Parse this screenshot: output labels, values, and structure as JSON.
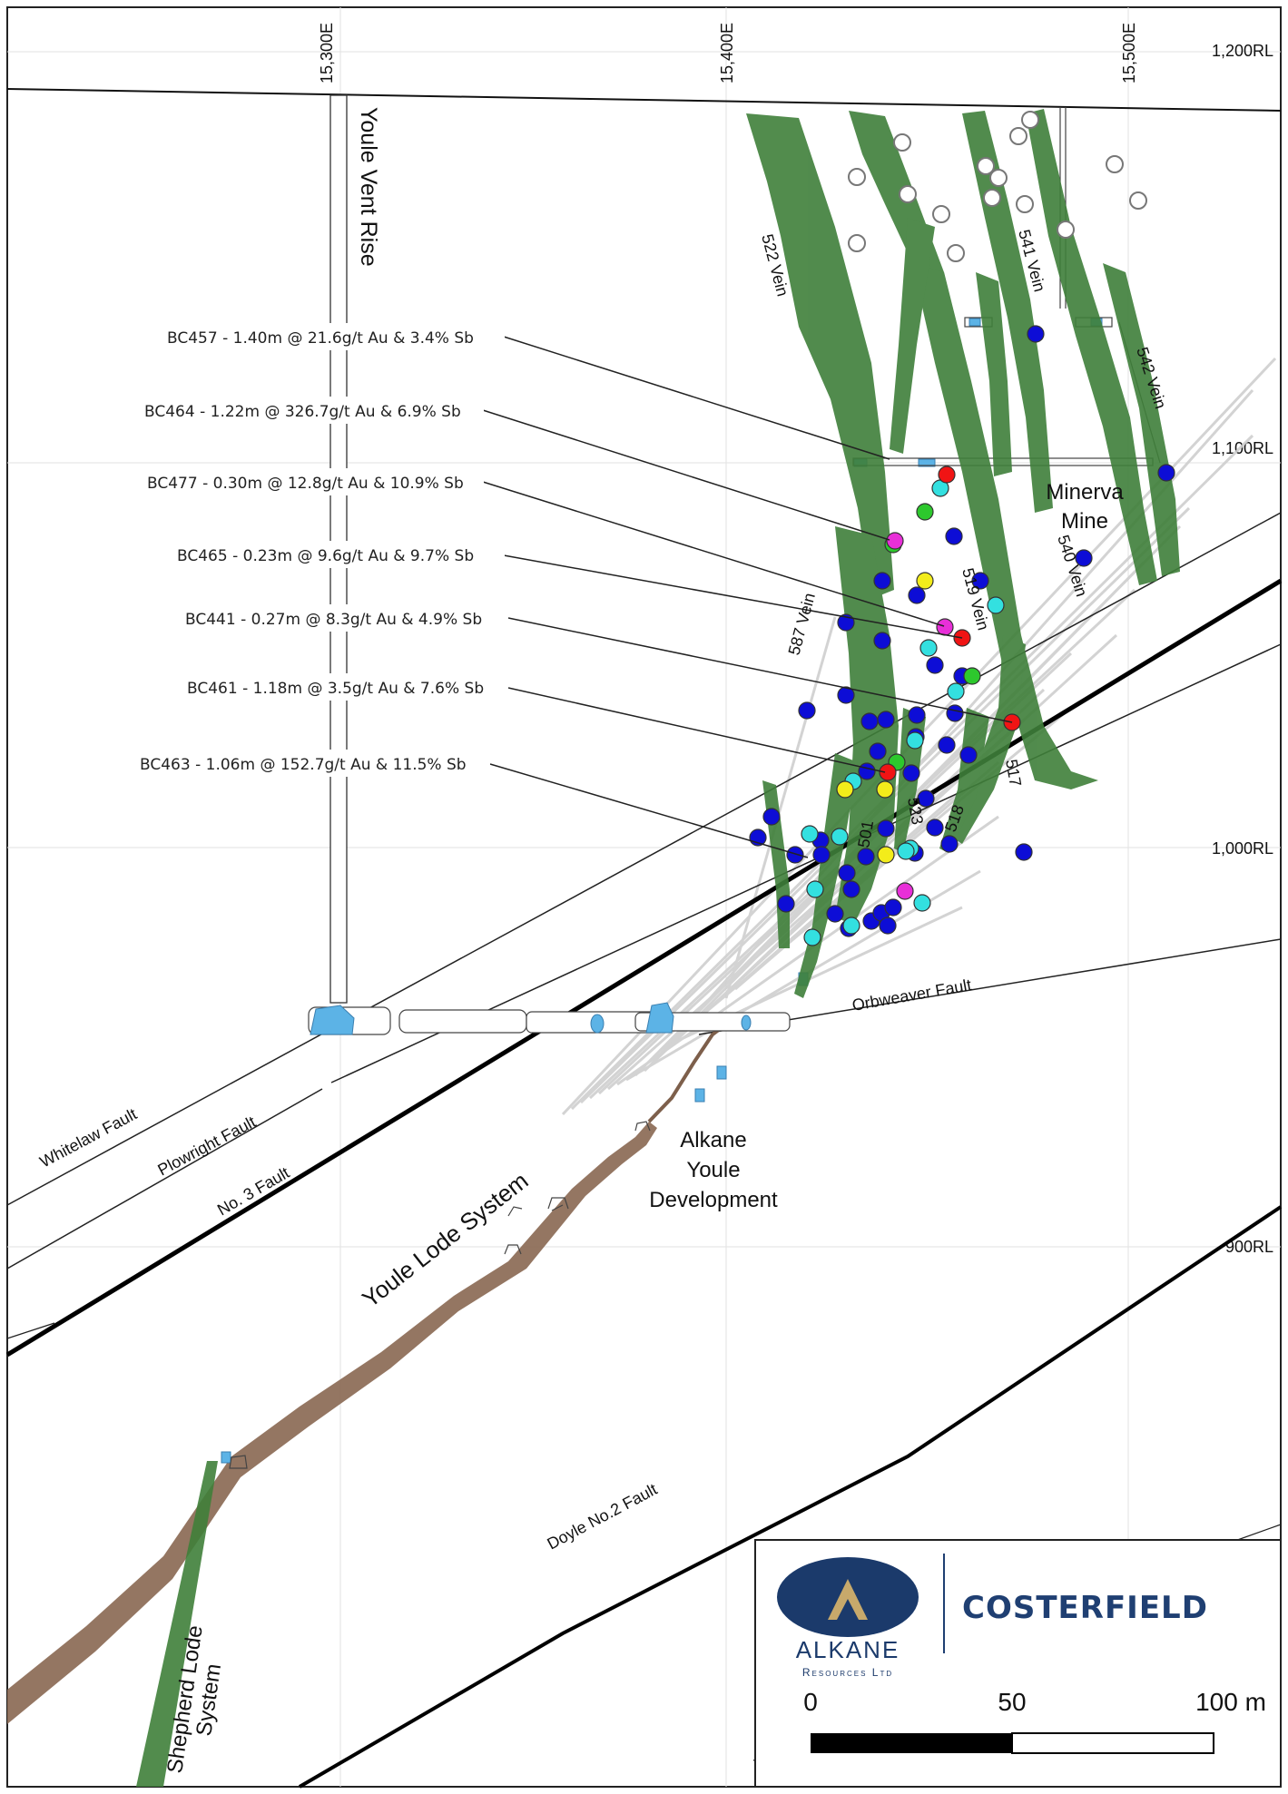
{
  "grid": {
    "eastings": [
      "15,300E",
      "15,400E",
      "15,500E"
    ],
    "rl_labels": [
      "1,200RL",
      "1,100RL",
      "1,000RL",
      "900RL"
    ]
  },
  "faults": {
    "whitelaw": "Whitelaw Fault",
    "plowright": "Plowright Fault",
    "no3": "No. 3 Fault",
    "orbweaver": "Orbweaver Fault",
    "doyle": "Doyle No.2 Fault"
  },
  "features": {
    "vent_rise": "Youle Vent Rise",
    "youle_lode": "Youle Lode System",
    "shepherd_lode_1": "Shepherd Lode",
    "shepherd_lode_2": "System",
    "development": [
      "Alkane",
      "Youle",
      "Development"
    ],
    "minerva": [
      "Minerva",
      "Mine"
    ]
  },
  "veins": {
    "v522": "522 Vein",
    "v541": "541 Vein",
    "v542": "542 Vein",
    "v540": "540 Vein",
    "v519": "519 Vein",
    "v587": "587 Vein",
    "v517": "517",
    "v518": "518",
    "v523": "523",
    "v501": "501"
  },
  "callouts": [
    "BC457 - 1.40m @ 21.6g/t Au & 3.4% Sb",
    "BC464 - 1.22m @ 326.7g/t Au & 6.9% Sb",
    "BC477 - 0.30m @ 12.8g/t Au & 10.9% Sb",
    "BC465 - 0.23m @ 9.6g/t Au & 9.7% Sb",
    "BC441 - 0.27m @ 8.3g/t Au & 4.9% Sb",
    "BC461 - 1.18m @ 3.5g/t Au & 7.6% Sb",
    "BC463 - 1.06m @ 152.7g/t Au & 11.5% Sb"
  ],
  "logo": {
    "company": "ALKANE",
    "subtitle": "Resources Ltd",
    "project": "COSTERFIELD"
  },
  "scale_bar": {
    "ticks": [
      "0",
      "50",
      "100 m"
    ]
  },
  "colors": {
    "vein_green": "#3f7f3a",
    "youle_brown": "#8b6a55",
    "dev_blue": "#5cb3e6",
    "pt_blue": "#0d0dd6",
    "pt_cyan": "#33e0e0",
    "pt_yellow": "#f3ec1a",
    "pt_green": "#2dc82d",
    "pt_red": "#f01414",
    "pt_magenta": "#e82fd8",
    "alkane_navy": "#1b3a6b",
    "costerfield_navy": "#1f3f72"
  }
}
